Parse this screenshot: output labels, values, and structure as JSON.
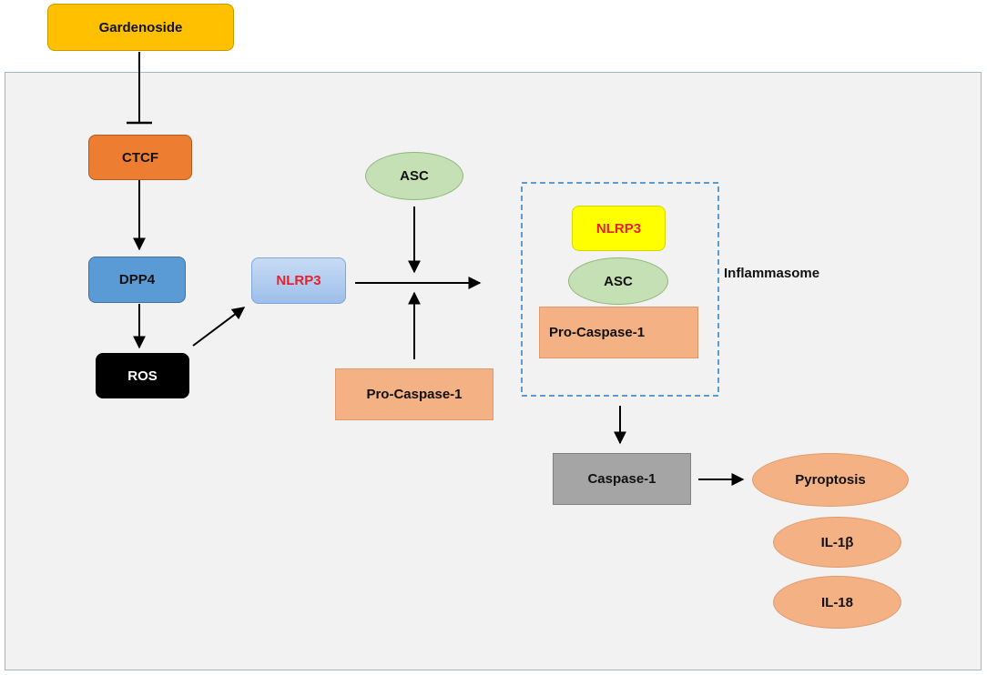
{
  "nodes": {
    "gardenoside": "Gardenoside",
    "ctcf": "CTCF",
    "dpp4": "DPP4",
    "ros": "ROS",
    "nlrp3": "NLRP3",
    "asc": "ASC",
    "pro_caspase_1": "Pro-Caspase-1",
    "complex_nlrp3": "NLRP3",
    "complex_asc": "ASC",
    "complex_pro_caspase_1": "Pro-Caspase-1",
    "caspase_1": "Caspase-1",
    "pyroptosis": "Pyroptosis",
    "il_1b": "IL-1β",
    "il_18": "IL-18"
  },
  "labels": {
    "inflammasome": "Inflammasome"
  },
  "colors": {
    "gardenoside": "#ffc000",
    "ctcf": "#ed7d31",
    "dpp4": "#5b9bd5",
    "ros": "#000000",
    "nlrp3_fill": "#a9c6ee",
    "asc": "#c5e0b4",
    "pro_caspase": "#f4b183",
    "complex_nlrp3": "#ffff00",
    "caspase_1": "#a5a5a5",
    "outputs": "#f4b183",
    "panel": "#f2f2f2",
    "inflammasome_border": "#5b9bd5",
    "highlight_text": "#e8202a"
  }
}
